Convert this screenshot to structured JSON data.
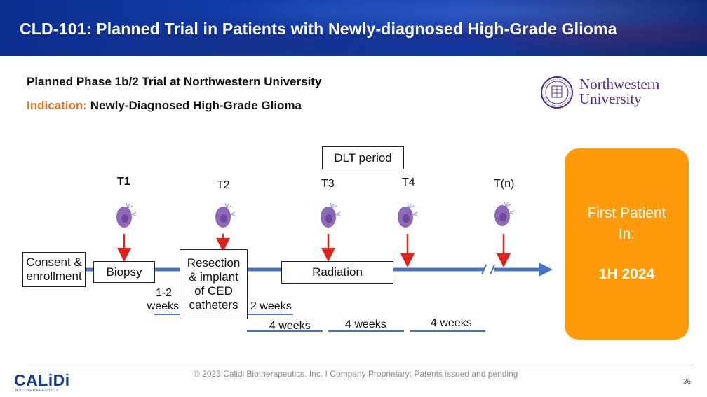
{
  "header": {
    "title": "CLD-101: Planned Trial in Patients with Newly-diagnosed High-Grade Glioma"
  },
  "subtitle": {
    "line1": "Planned Phase 1b/2 Trial at Northwestern University",
    "indication_label": "Indication:",
    "indication_value": "Newly-Diagnosed High-Grade Glioma"
  },
  "institution_logo": {
    "line1": "Northwestern",
    "line2": "University"
  },
  "timeline": {
    "dlt_label": "DLT period",
    "timepoints": [
      "T1",
      "T2",
      "T3",
      "T4",
      "T(n)"
    ],
    "steps": {
      "consent": [
        "Consent &",
        "enrollment"
      ],
      "biopsy": "Biopsy",
      "resection": [
        "Resection",
        "& implant",
        "of CED",
        "catheters"
      ],
      "radiation": "Radiation"
    },
    "intervals": {
      "one_two_weeks": [
        "1-2",
        "weeks"
      ],
      "two_weeks": "2 weeks",
      "four_weeks_a": "4 weeks",
      "four_weeks_b": "4 weeks",
      "four_weeks_c": "4 weeks"
    }
  },
  "status_card": {
    "label_line1": "First Patient",
    "label_line2": "In:",
    "date": "1H 2024"
  },
  "footer": {
    "copyright": "© 2023 Calidi Biotherapeutics, Inc. I Company Proprietary; Patents issued and pending",
    "page": "36",
    "logo": "CALiDi",
    "logo_sub": "BIOTHERAPEUTICS"
  },
  "colors": {
    "header": "#0e3aa8",
    "accent": "#e2731f",
    "timeline": "#4472c4",
    "arrow": "#d9261c",
    "card": "#ff9a08",
    "cell": "#8f68b8"
  }
}
